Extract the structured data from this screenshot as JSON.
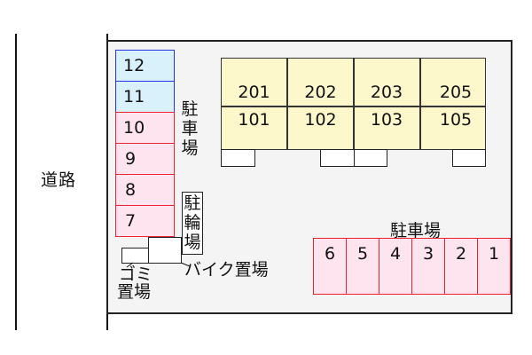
{
  "road": {
    "label": "道路"
  },
  "left_parking": {
    "label": [
      "駐",
      "車",
      "場"
    ],
    "stalls": [
      {
        "number": "12",
        "type": "blue"
      },
      {
        "number": "11",
        "type": "blue"
      },
      {
        "number": "10",
        "type": "pink"
      },
      {
        "number": "9",
        "type": "pink"
      },
      {
        "number": "8",
        "type": "pink"
      },
      {
        "number": "7",
        "type": "pink"
      }
    ]
  },
  "building": {
    "upper_units": [
      "201",
      "202",
      "203",
      "205"
    ],
    "lower_units": [
      "101",
      "102",
      "103",
      "105"
    ]
  },
  "bicycle_parking": {
    "label": [
      "駐",
      "輪",
      "場"
    ]
  },
  "bike_area": {
    "label": "バイク置場"
  },
  "garbage_area": {
    "label_line1": "ゴミ",
    "label_line2": "置場"
  },
  "bottom_parking": {
    "label": "駐車場",
    "stalls": [
      "6",
      "5",
      "4",
      "3",
      "2",
      "1"
    ]
  },
  "colors": {
    "lot_fill": "#f4f4f4",
    "blue_stall_fill": "#d9f1fb",
    "blue_stall_border": "#2233ee",
    "pink_stall_fill": "#fde4ee",
    "pink_stall_border": "#ee2233",
    "building_fill": "#fdf8cc"
  }
}
